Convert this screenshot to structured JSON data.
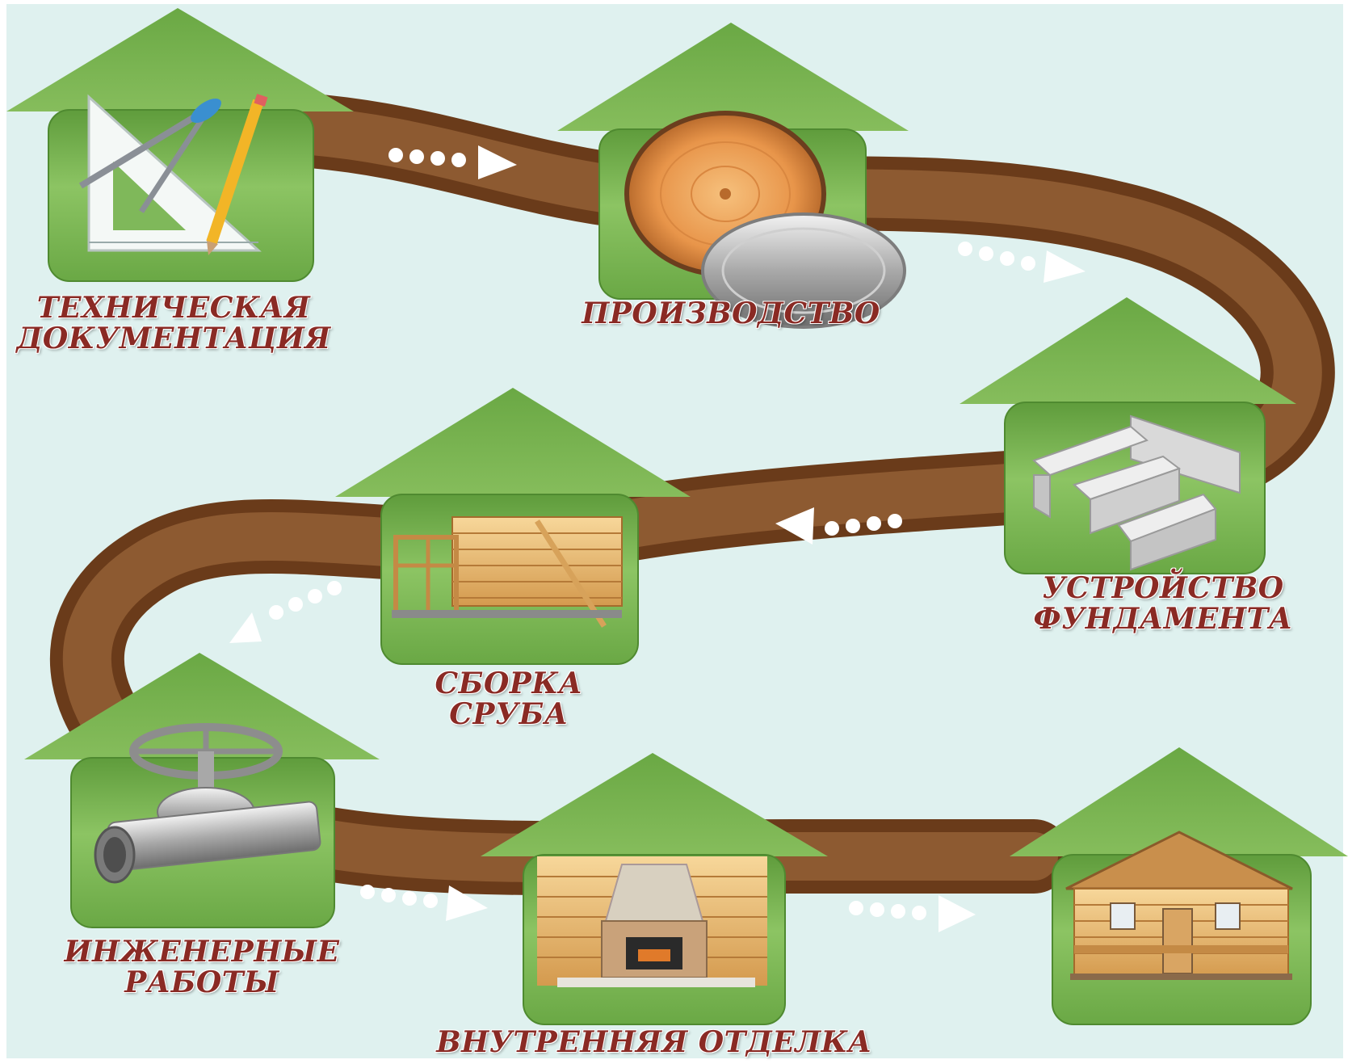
{
  "colors": {
    "background": "#dff1ef",
    "road": "#7a4a24",
    "house_roof": "#77b24c",
    "house_body": "#7fb85a",
    "label_text": "#8a2a24",
    "arrow": "#ffffff"
  },
  "steps": [
    {
      "lines": [
        "ТЕХНИЧЕСКАЯ",
        "ДОКУМЕНТАЦИЯ"
      ],
      "icon": "drafting-tools-icon"
    },
    {
      "lines": [
        "ПРОИЗВОДСТВО"
      ],
      "icon": "log-and-saw-icon"
    },
    {
      "lines": [
        "УСТРОЙСТВО",
        "ФУНДАМЕНТА"
      ],
      "icon": "foundation-blocks-icon"
    },
    {
      "lines": [
        "СБОРКА",
        "СРУБА"
      ],
      "icon": "log-frame-icon"
    },
    {
      "lines": [
        "ИНЖЕНЕРНЫЕ",
        "РАБОТЫ"
      ],
      "icon": "pipe-valve-icon"
    },
    {
      "lines": [
        "ВНУТРЕННЯЯ ОТДЕЛКА"
      ],
      "icon": "fireplace-interior-icon"
    },
    {
      "lines": [],
      "icon": "finished-house-icon"
    }
  ]
}
